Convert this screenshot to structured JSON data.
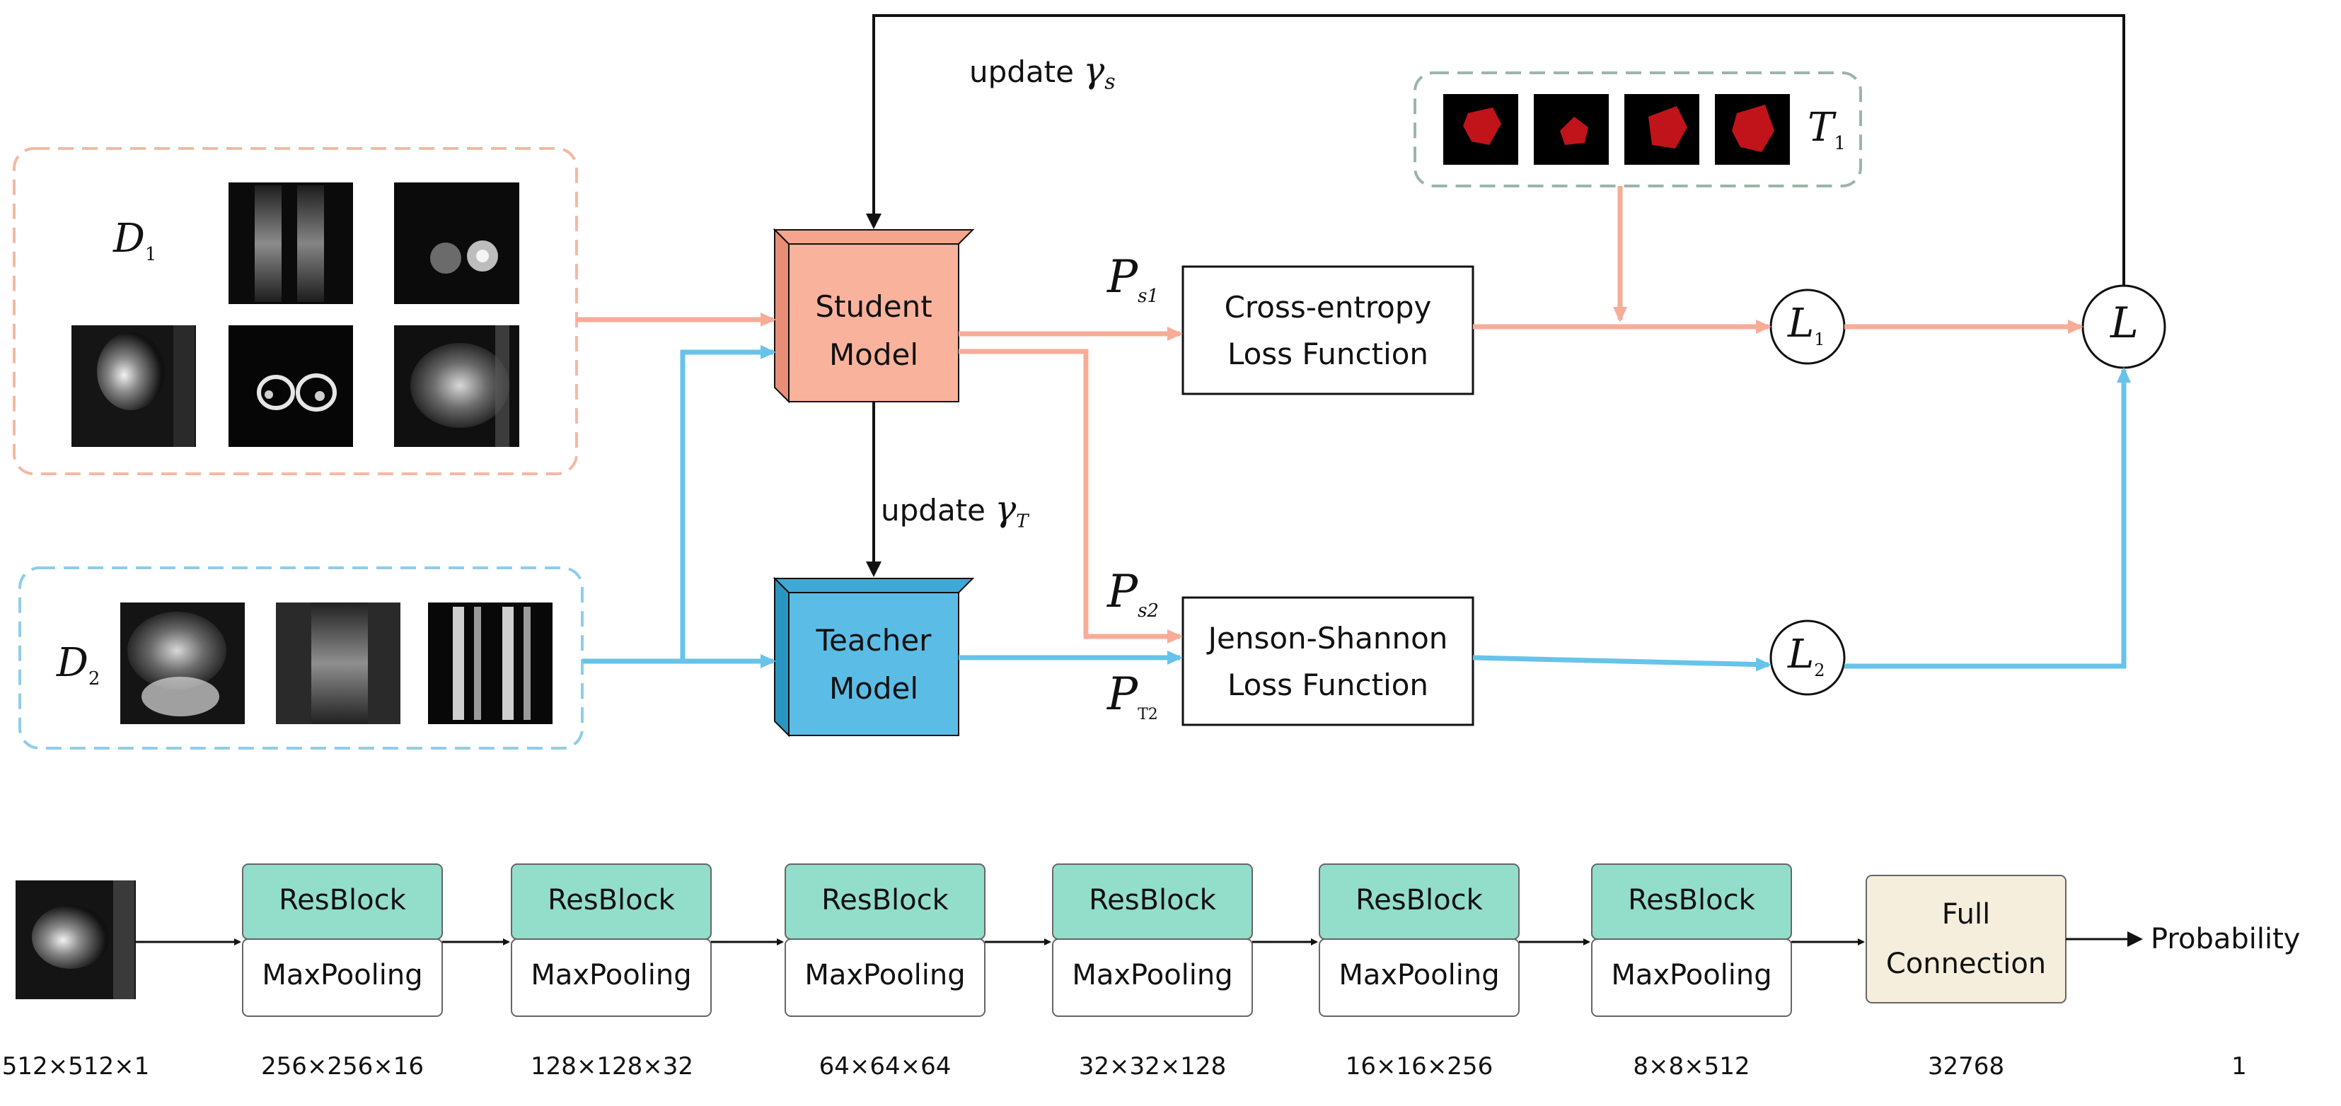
{
  "colors": {
    "student": "#f9b39c",
    "student_arrow": "#f7ac98",
    "teacher": "#5bbde6",
    "teacher_arrow": "#67c3ea",
    "resblock": "#93ddcb",
    "fullconn": "#f5eedc",
    "line": "#111111",
    "d1_border": "#f5b8a4",
    "d2_border": "#8ecdea",
    "t1_border": "#9cb5a8"
  },
  "top": {
    "update_s": {
      "prefix": "update ",
      "sym": "γ",
      "sub": "s"
    },
    "update_t": {
      "prefix": "update ",
      "sym": "γ",
      "sub": "T"
    },
    "student": {
      "line1": "Student",
      "line2": "Model"
    },
    "teacher": {
      "line1": "Teacher",
      "line2": "Model"
    },
    "ce_loss": {
      "line1": "Cross-entropy",
      "line2": "Loss Function"
    },
    "js_loss": {
      "line1": "Jenson-Shannon",
      "line2": "Loss Function"
    },
    "d1": {
      "sym": "D",
      "sub": "1"
    },
    "d2": {
      "sym": "D",
      "sub": "2"
    },
    "t1": {
      "sym": "T",
      "sub": "1"
    },
    "ps1": {
      "sym": "P",
      "sub": "s1"
    },
    "ps2": {
      "sym": "P",
      "sub": "s2"
    },
    "pt2": {
      "sym": "P",
      "sub": "T2"
    },
    "l1": {
      "sym": "L",
      "sub": "1"
    },
    "l2": {
      "sym": "L",
      "sub": "2"
    },
    "l": {
      "sym": "L"
    }
  },
  "pipeline": {
    "res_label": "ResBlock",
    "pool_label": "MaxPooling",
    "full": {
      "line1": "Full",
      "line2": "Connection"
    },
    "output": "Probability",
    "dims": [
      "512×512×1",
      "256×256×16",
      "128×128×32",
      "64×64×64",
      "32×32×128",
      "16×16×256",
      "8×8×512",
      "32768",
      "1"
    ]
  }
}
